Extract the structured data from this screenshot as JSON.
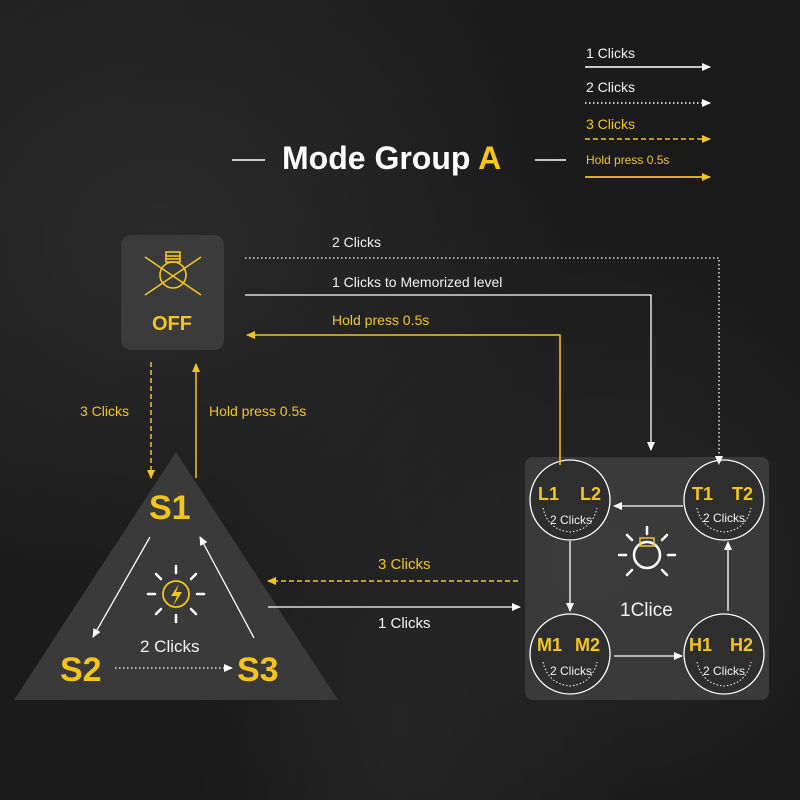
{
  "title": {
    "main": "Mode Group ",
    "accent": "A"
  },
  "legend": [
    {
      "label": "1 Clicks",
      "style": "white-solid"
    },
    {
      "label": "2 Clicks",
      "style": "white-dotted"
    },
    {
      "label": "3 Clicks",
      "style": "yellow-dashed"
    },
    {
      "label": "Hold press 0.5s",
      "style": "yellow-solid"
    }
  ],
  "off_box": {
    "label": "OFF",
    "icon": "light-off-icon"
  },
  "arrows": {
    "two_clicks_top": "2 Clicks",
    "one_click_memorized": "1 Clicks to Memorized level",
    "hold_press_top": "Hold press 0.5s",
    "three_clicks_left": "3 Clicks",
    "hold_press_left": "Hold press 0.5s",
    "three_clicks_mid": "3 Clicks",
    "one_click_mid": "1 Clicks"
  },
  "triangle": {
    "s1": "S1",
    "s2": "S2",
    "s3": "S3",
    "center_label": "2 Clicks",
    "icon": "strobe-light-icon"
  },
  "modes_panel": {
    "center_label": "1Clice",
    "icon": "light-on-icon",
    "circles": [
      {
        "id": "low",
        "left": "L1",
        "right": "L2",
        "sub": "2 Clicks"
      },
      {
        "id": "turbo",
        "left": "T1",
        "right": "T2",
        "sub": "2 Clicks"
      },
      {
        "id": "med",
        "left": "M1",
        "right": "M2",
        "sub": "2 Clicks"
      },
      {
        "id": "high",
        "left": "H1",
        "right": "H2",
        "sub": "2 Clicks"
      }
    ]
  },
  "colors": {
    "accent": "#f5c51a",
    "line_white": "#ffffff",
    "panel": "#3a3a3a"
  }
}
